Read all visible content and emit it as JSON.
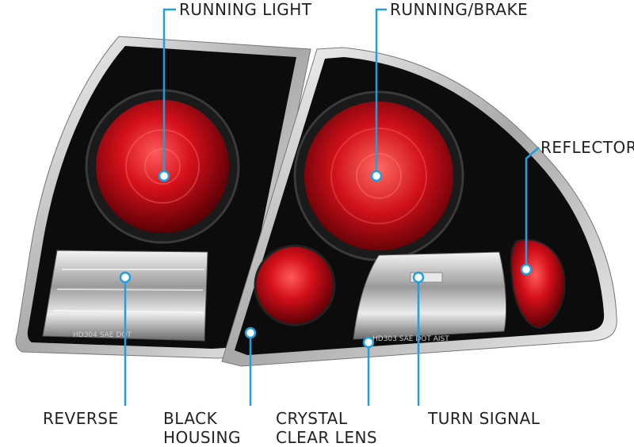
{
  "labels": {
    "running_light": "RUNNING LIGHT",
    "running_brake": "RUNNING/BRAKE",
    "reflector": "REFLECTOR",
    "reverse": "REVERSE",
    "black_housing_line1": "BLACK",
    "black_housing_line2": "HOUSING",
    "crystal_clear_lens_line1": "CRYSTAL",
    "crystal_clear_lens_line2": "CLEAR LENS",
    "turn_signal": "TURN SIGNAL"
  },
  "lens_markings": {
    "left_code": "HD304 SAE DOT",
    "right_code": "HD303 SAE DOT AIST"
  },
  "colors": {
    "callout_line": "#1f9fe0",
    "housing": "#0c0c0c",
    "chrome": "#d9d9d9",
    "lens_red": "#d0101a",
    "label_text": "#222222"
  }
}
